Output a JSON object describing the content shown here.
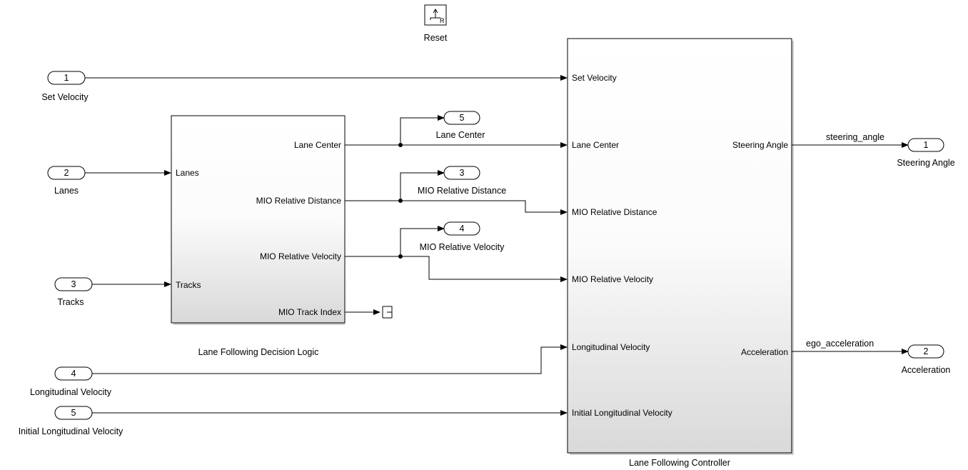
{
  "reset_block": {
    "label": "Reset"
  },
  "inports": [
    {
      "number": "1",
      "name": "Set Velocity"
    },
    {
      "number": "2",
      "name": "Lanes"
    },
    {
      "number": "3",
      "name": "Tracks"
    },
    {
      "number": "4",
      "name": "Longitudinal Velocity"
    },
    {
      "number": "5",
      "name": "Initial Longitudinal Velocity"
    }
  ],
  "decision_logic": {
    "name": "Lane Following Decision Logic",
    "inputs": [
      "Lanes",
      "Tracks"
    ],
    "outputs": [
      "Lane Center",
      "MIO Relative Distance",
      "MIO Relative Velocity",
      "MIO Track Index"
    ]
  },
  "controller": {
    "name": "Lane Following Controller",
    "inputs": [
      "Set Velocity",
      "Lane Center",
      "MIO Relative Distance",
      "MIO Relative Velocity",
      "Longitudinal Velocity",
      "Initial Longitudinal Velocity"
    ],
    "outputs": [
      "Steering Angle",
      "Acceleration"
    ]
  },
  "mid_outports": [
    {
      "number": "5",
      "name": "Lane Center"
    },
    {
      "number": "3",
      "name": "MIO Relative Distance"
    },
    {
      "number": "4",
      "name": "MIO Relative Velocity"
    }
  ],
  "outports": [
    {
      "number": "1",
      "name": "Steering Angle",
      "signal": "steering_angle"
    },
    {
      "number": "2",
      "name": "Acceleration",
      "signal": "ego_acceleration"
    }
  ]
}
